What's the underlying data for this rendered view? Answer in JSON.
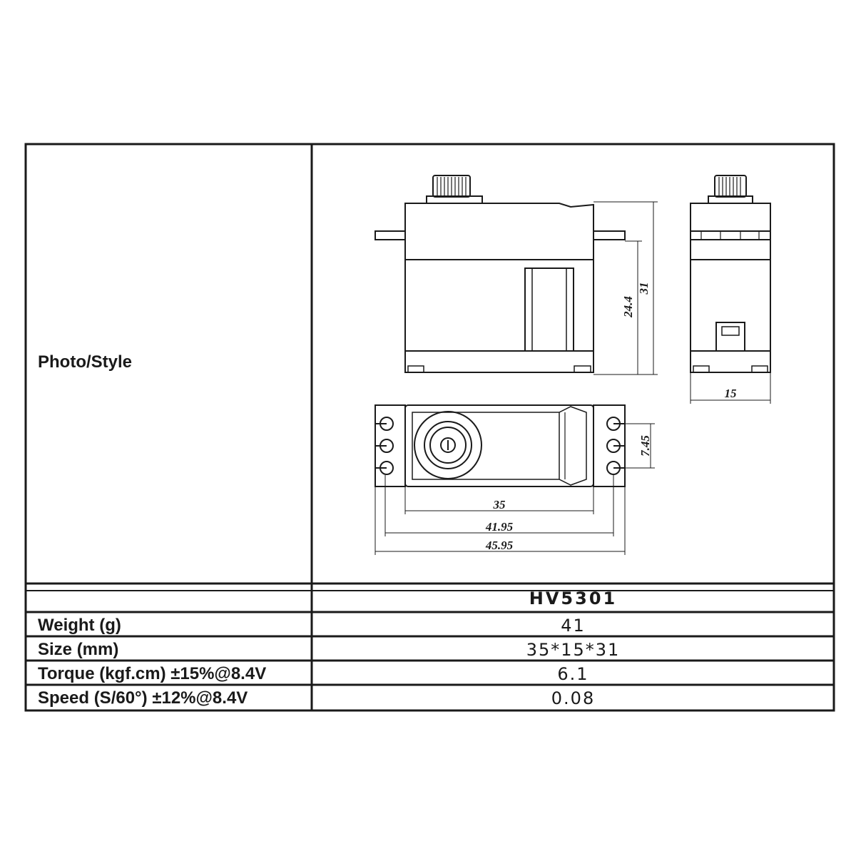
{
  "photo_label": "Photo/Style",
  "model": "HV5301",
  "dimensions": {
    "height_total": "31",
    "height_body": "24.4",
    "width_side": "15",
    "offset": "7.45",
    "length_body": "35",
    "length_mount": "41.95",
    "length_total": "45.95"
  },
  "specs": [
    {
      "label": "Weight (g)",
      "value": "41"
    },
    {
      "label": "Size (mm)",
      "value": "35*15*31"
    },
    {
      "label": "Torque (kgf.cm) ±15%@8.4V",
      "value": "6.1"
    },
    {
      "label": "Speed (S/60°) ±12%@8.4V",
      "value": "0.08"
    }
  ]
}
